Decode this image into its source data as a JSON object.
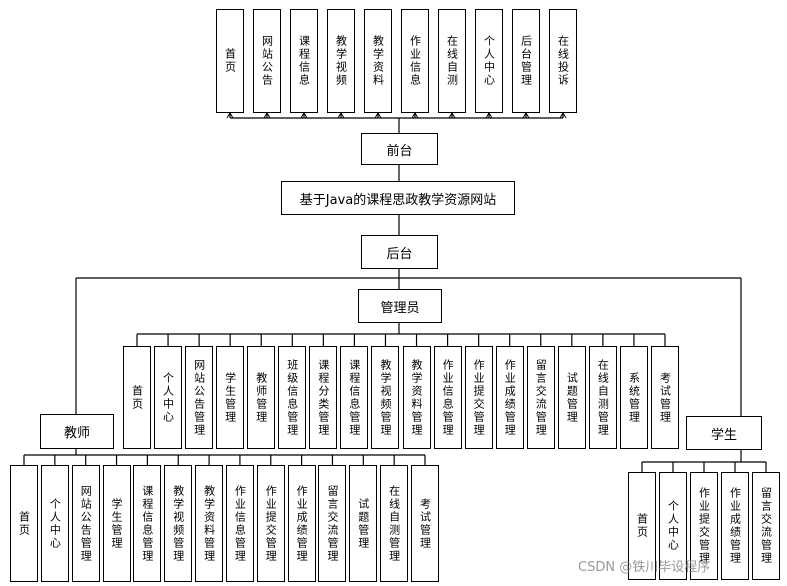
{
  "frontend": {
    "label": "前台",
    "items": [
      "首页",
      "网站公告",
      "课程信息",
      "教学视频",
      "教学资料",
      "作业信息",
      "在线自测",
      "个人中心",
      "后台管理",
      "在线投诉"
    ]
  },
  "system_title": "基于Java的课程思政教学资源网站",
  "backend": {
    "label": "后台"
  },
  "admin": {
    "label": "管理员",
    "items": [
      "首页",
      "个人中心",
      "网站公告管理",
      "学生管理",
      "教师管理",
      "班级信息管理",
      "课程分类管理",
      "课程信息管理",
      "教学视频管理",
      "教学资料管理",
      "作业信息管理",
      "作业提交管理",
      "作业成绩管理",
      "留言交流管理",
      "试题管理",
      "在线自测管理",
      "系统管理",
      "考试管理"
    ]
  },
  "teacher": {
    "label": "教师",
    "items": [
      "首页",
      "个人中心",
      "网站公告管理",
      "学生管理",
      "课程信息管理",
      "教学视频管理",
      "教学资料管理",
      "作业信息管理",
      "作业提交管理",
      "作业成绩管理",
      "留言交流管理",
      "试题管理",
      "在线自测管理",
      "考试管理"
    ]
  },
  "student": {
    "label": "学生",
    "items": [
      "首页",
      "个人中心",
      "作业提交管理",
      "作业成绩管理",
      "留言交流管理"
    ]
  },
  "watermark": "CSDN @铁川毕设程序"
}
